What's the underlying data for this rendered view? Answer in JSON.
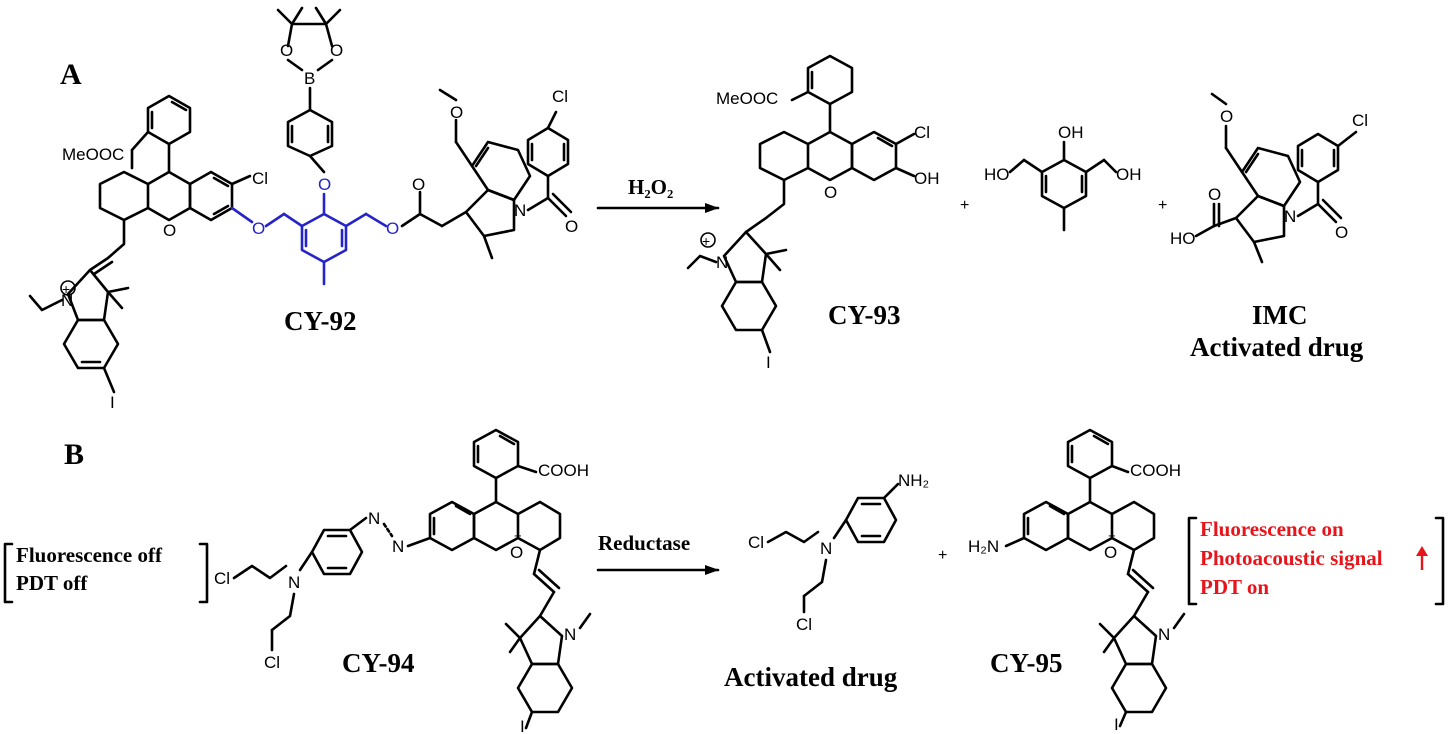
{
  "panels": {
    "a": "A",
    "b": "B"
  },
  "compounds": {
    "cy92": "CY-92",
    "cy93": "CY-93",
    "imc_line1": "IMC",
    "imc_line2": "Activated drug",
    "cy94": "CY-94",
    "activated_drug_b": "Activated drug",
    "cy95": "CY-95"
  },
  "reactions": {
    "a_reagent": "H₂O₂",
    "b_reagent": "Reductase"
  },
  "plus_sign": "+",
  "notes": {
    "left_line1": "Fluorescence off",
    "left_line2": "PDT off",
    "right_line1": "Fluorescence on",
    "right_line2": "Photoacoustic signal",
    "right_line3": "PDT on"
  },
  "atoms": {
    "meooc": "MeOOC",
    "cl": "Cl",
    "o": "O",
    "oh": "OH",
    "ho": "HO",
    "i": "I",
    "n": "N",
    "b": "B",
    "cooh": "COOH",
    "nh2": "NH₂",
    "h2n": "H₂N",
    "charge_plus": "+"
  },
  "colors": {
    "linker": "#2424c8",
    "highlight": "#e8141b",
    "ink": "#000000"
  }
}
